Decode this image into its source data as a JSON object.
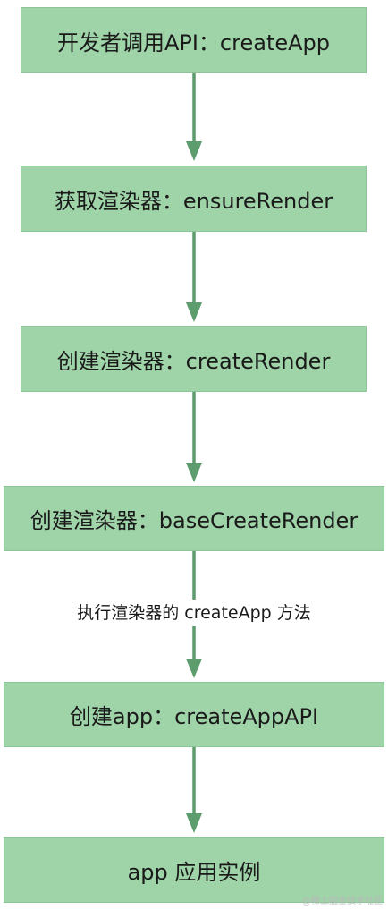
{
  "nodes": [
    {
      "label": "开发者调用API：createApp"
    },
    {
      "label": "获取渲染器：ensureRender"
    },
    {
      "label": "创建渲染器：createRender"
    },
    {
      "label": "创建渲染器：baseCreateRender"
    },
    {
      "label": "创建app：createAppAPI"
    },
    {
      "label": "app 应用实例"
    }
  ],
  "edges": [
    {
      "from": 0,
      "to": 1,
      "label": ""
    },
    {
      "from": 1,
      "to": 2,
      "label": ""
    },
    {
      "from": 2,
      "to": 3,
      "label": ""
    },
    {
      "from": 3,
      "to": 4,
      "label": "执行渲染器的 createApp 方法"
    },
    {
      "from": 4,
      "to": 5,
      "label": ""
    }
  ],
  "colors": {
    "node_fill": "#9fd3a8",
    "node_border": "#8cc597",
    "arrow": "#5c9c6d"
  },
  "watermark": "@稀土掘金技术社区"
}
